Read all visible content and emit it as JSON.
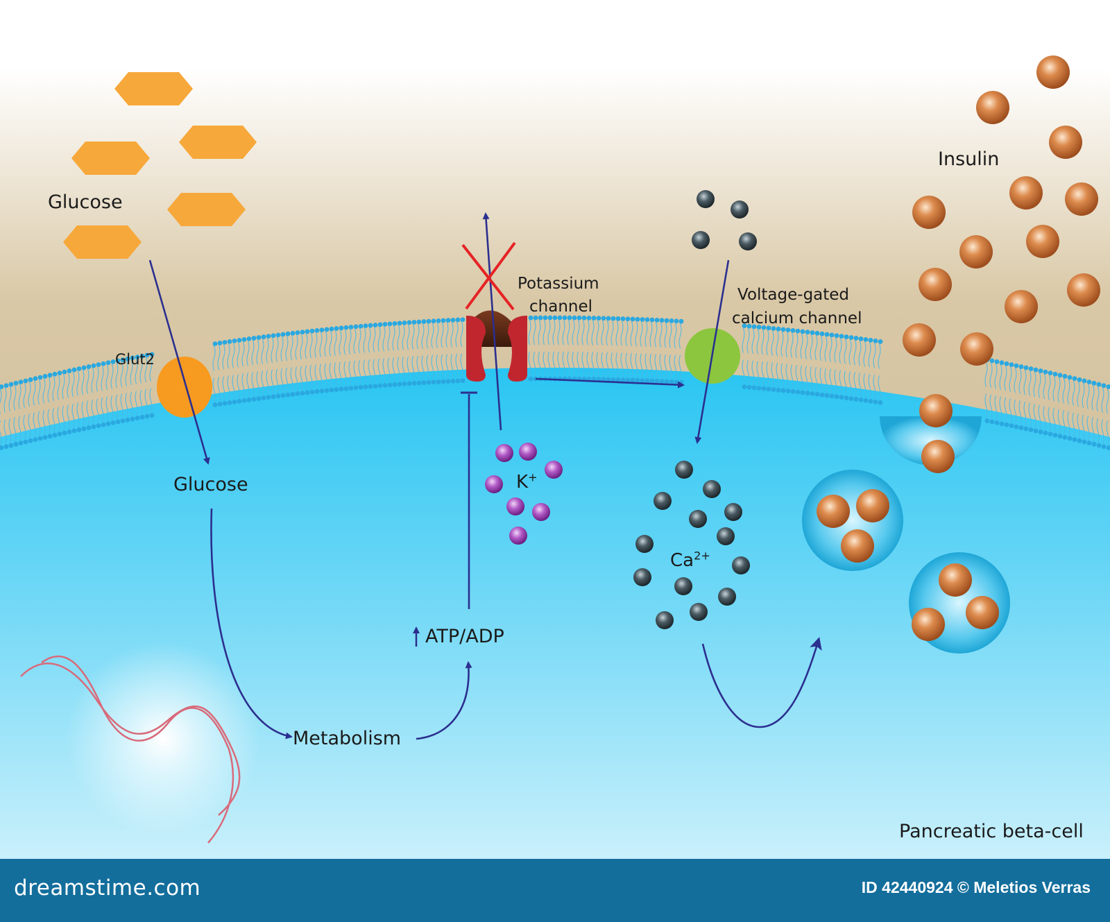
{
  "labels": {
    "glucose_outside": "Glucose",
    "glut2": "Glut2",
    "glucose_inside": "Glucose",
    "metabolism": "Metabolism",
    "atp_adp": "ATP/ADP",
    "potassium_channel_line1": "Potassium",
    "potassium_channel_line2": "channel",
    "k_ion": "K",
    "k_charge": "+",
    "vgcc_line1": "Voltage-gated",
    "vgcc_line2": "calcium channel",
    "ca_ion": "Ca",
    "ca_charge": "2+",
    "insulin": "Insulin",
    "cell_name": "Pancreatic beta-cell"
  },
  "footer": {
    "site": "dreamstime.com",
    "credit": "ID 42440924 © Meletios Verras"
  },
  "colors": {
    "extracellular_top": "#ffffff",
    "extracellular_bottom": "#cbb893",
    "cytoplasm_top": "#2dc9f4",
    "cytoplasm_bottom": "#c8f0fb",
    "glucose": "#f7a83a",
    "glut2": "#f79a20",
    "potassium_channel": "#c1262e",
    "calcium_channel": "#8cc63f",
    "potassium_ion": "#9b3fb0",
    "calcium_ion": "#37474f",
    "insulin": "#c8682e",
    "arrow": "#2b2f8f",
    "block_x": "#e62325",
    "footer_bg": "#136e9c"
  }
}
